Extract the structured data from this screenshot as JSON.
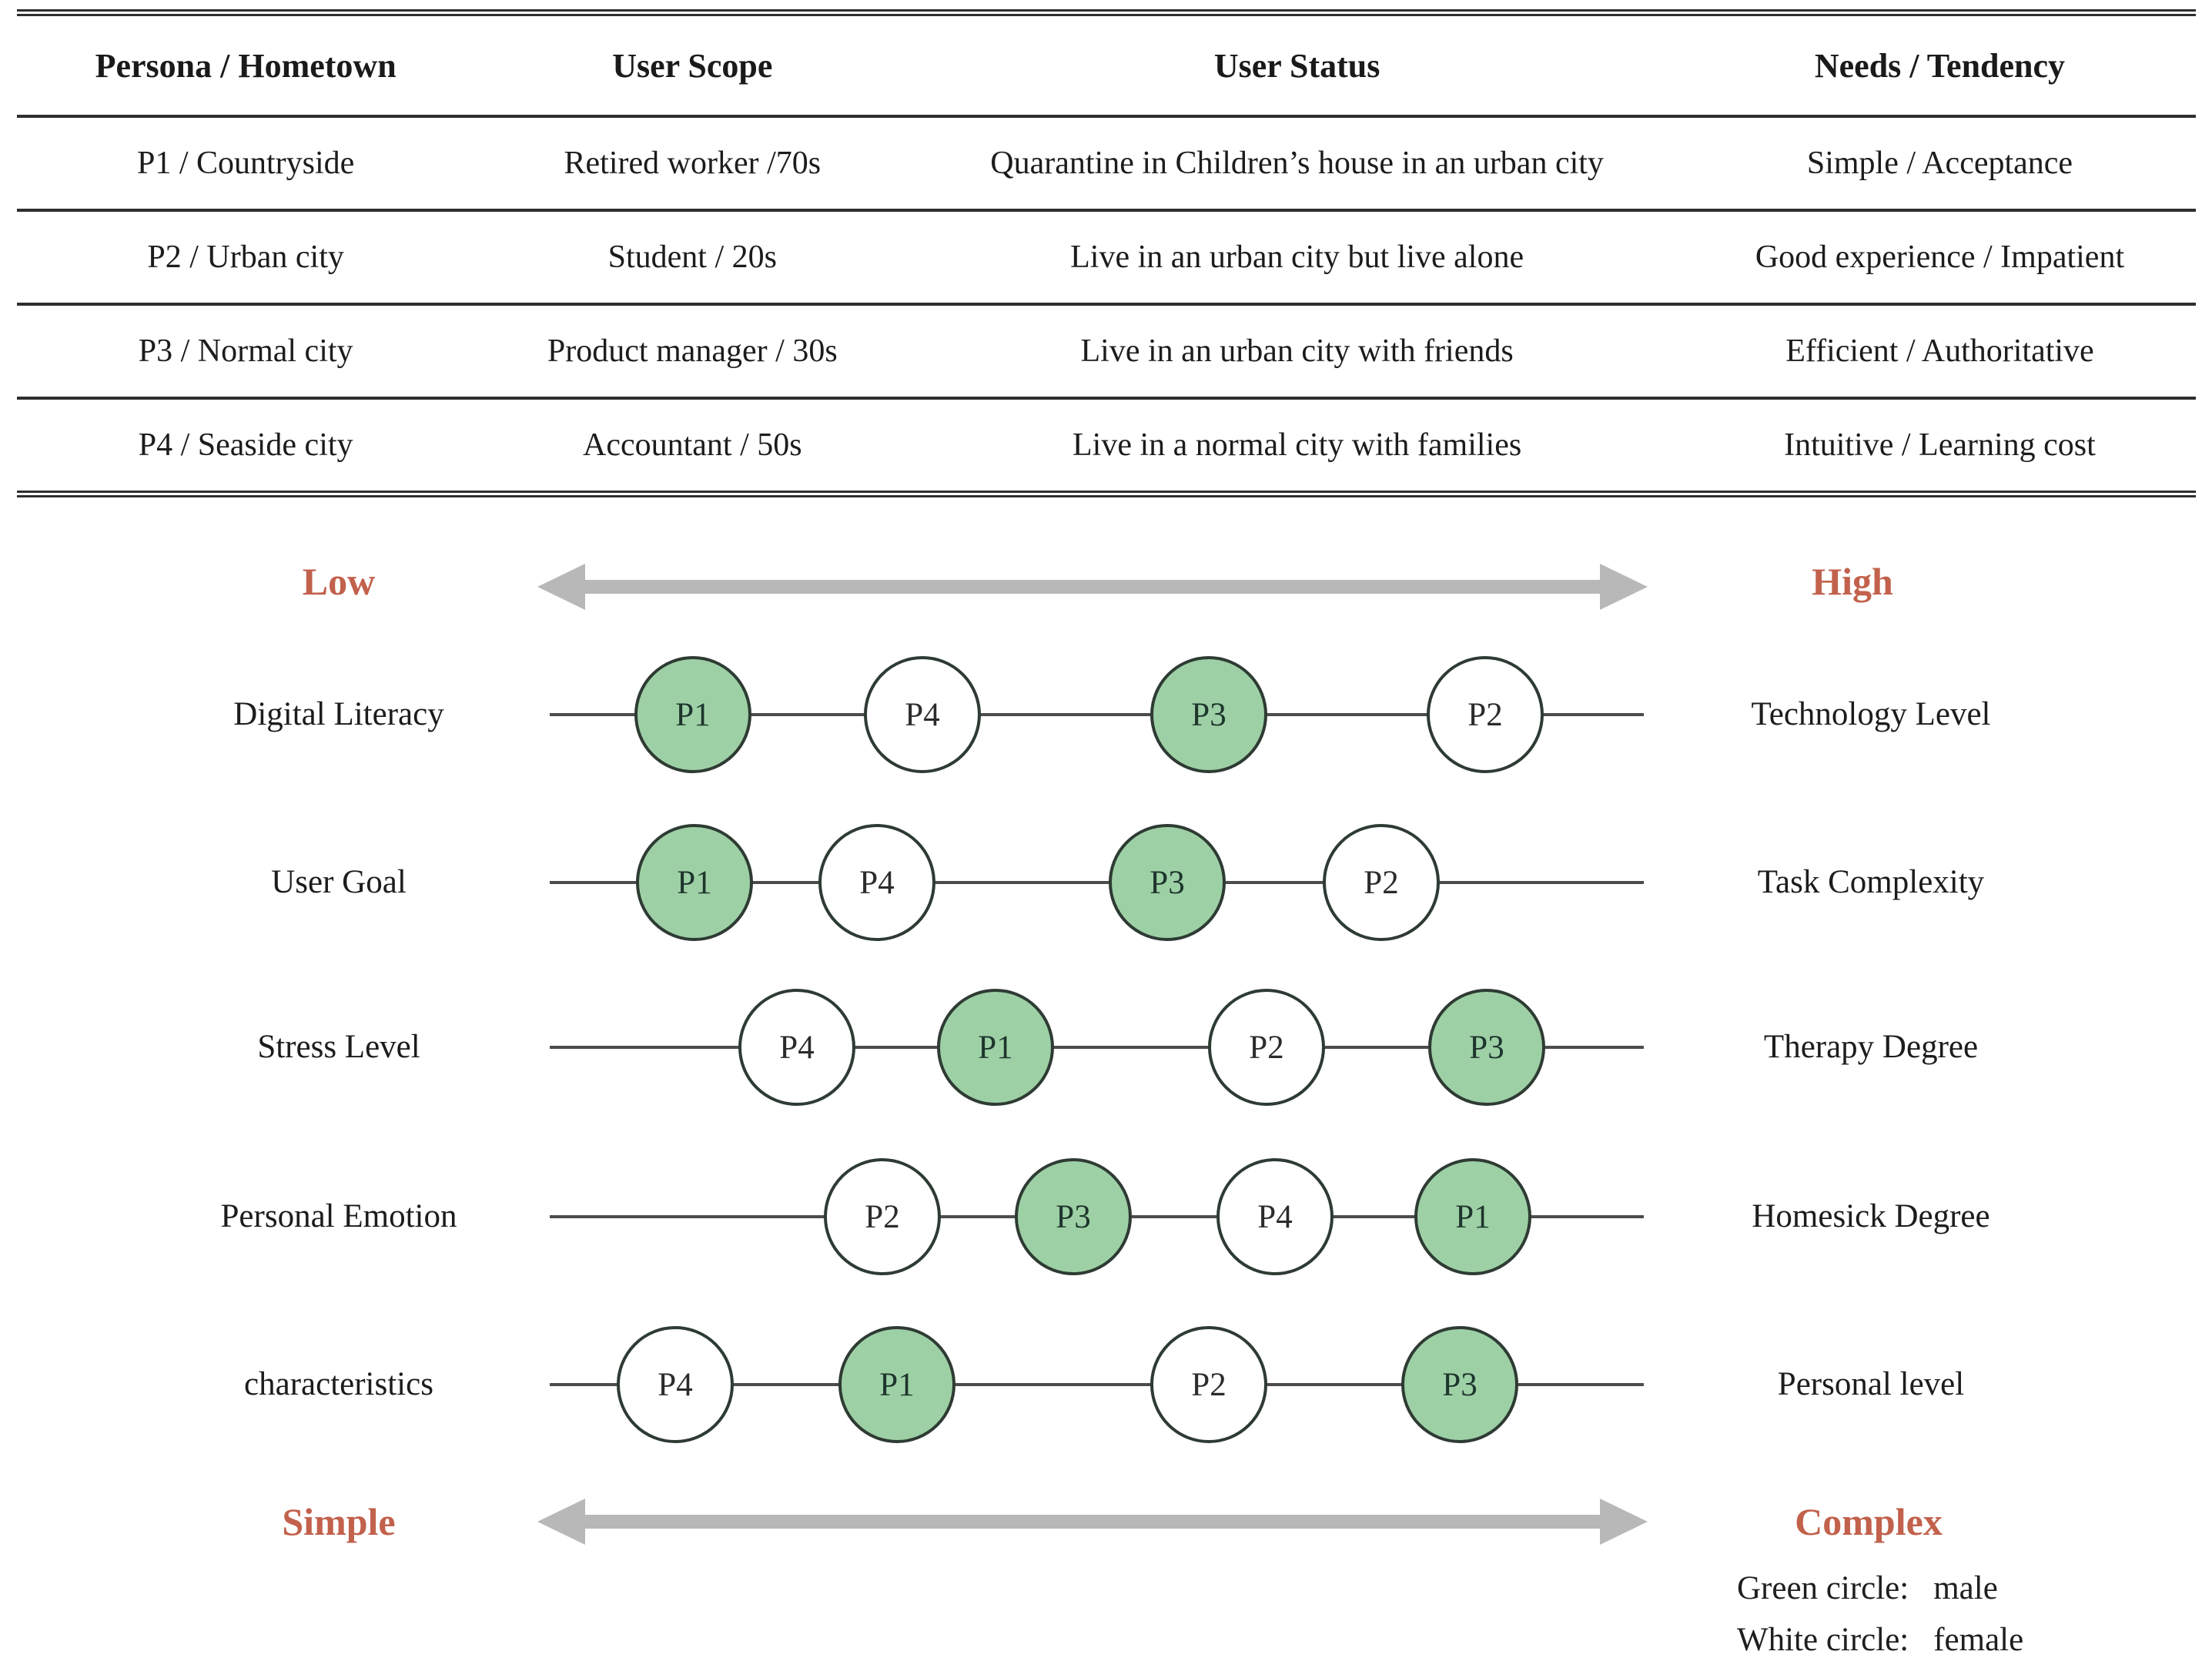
{
  "table": {
    "columns": [
      "Persona / Hometown",
      "User Scope",
      "User Status",
      "Needs / Tendency"
    ],
    "rows": [
      {
        "persona": "P1 / Countryside",
        "scope": "Retired worker /70s",
        "status": "Quarantine in Children’s house in an urban city",
        "needs": "Simple / Acceptance"
      },
      {
        "persona": "P2 / Urban city",
        "scope": "Student / 20s",
        "status": "Live in an urban city but live alone",
        "needs": "Good experience / Impatient"
      },
      {
        "persona": "P3 / Normal city",
        "scope": "Product manager / 30s",
        "status": "Live in an urban city with friends",
        "needs": "Efficient / Authoritative"
      },
      {
        "persona": "P4 / Seaside city",
        "scope": "Accountant / 50s",
        "status": "Live in a normal city with families",
        "needs": "Intuitive / Learning cost"
      }
    ]
  },
  "scale": {
    "top_left": "Low",
    "top_right": "High",
    "bottom_left": "Simple",
    "bottom_right": "Complex",
    "rows": [
      {
        "left": "Digital Literacy",
        "right": "Technology Level",
        "circles": [
          {
            "label": "P1",
            "gender": "male"
          },
          {
            "label": "P4",
            "gender": "female"
          },
          {
            "label": "P3",
            "gender": "male"
          },
          {
            "label": "P2",
            "gender": "female"
          }
        ]
      },
      {
        "left": "User Goal",
        "right": "Task Complexity",
        "circles": [
          {
            "label": "P1",
            "gender": "male"
          },
          {
            "label": "P4",
            "gender": "female"
          },
          {
            "label": "P3",
            "gender": "male"
          },
          {
            "label": "P2",
            "gender": "female"
          }
        ]
      },
      {
        "left": "Stress Level",
        "right": "Therapy Degree",
        "circles": [
          {
            "label": "P4",
            "gender": "female"
          },
          {
            "label": "P1",
            "gender": "male"
          },
          {
            "label": "P2",
            "gender": "female"
          },
          {
            "label": "P3",
            "gender": "male"
          }
        ]
      },
      {
        "left": "Personal Emotion",
        "right": "Homesick Degree",
        "circles": [
          {
            "label": "P2",
            "gender": "female"
          },
          {
            "label": "P3",
            "gender": "male"
          },
          {
            "label": "P4",
            "gender": "female"
          },
          {
            "label": "P1",
            "gender": "male"
          }
        ]
      },
      {
        "left": "characteristics",
        "right": "Personal level",
        "circles": [
          {
            "label": "P4",
            "gender": "female"
          },
          {
            "label": "P1",
            "gender": "male"
          },
          {
            "label": "P2",
            "gender": "female"
          },
          {
            "label": "P3",
            "gender": "male"
          }
        ]
      }
    ]
  },
  "legend": {
    "items": [
      {
        "prefix": "Green circle:",
        "value": "male"
      },
      {
        "prefix": "White circle:",
        "value": "female"
      }
    ]
  },
  "colors": {
    "accent_red": "#c2614c",
    "green_fill": "#9ed0a6",
    "arrow_gray": "#b8b8b8",
    "line_dark": "#4c4c4c"
  }
}
